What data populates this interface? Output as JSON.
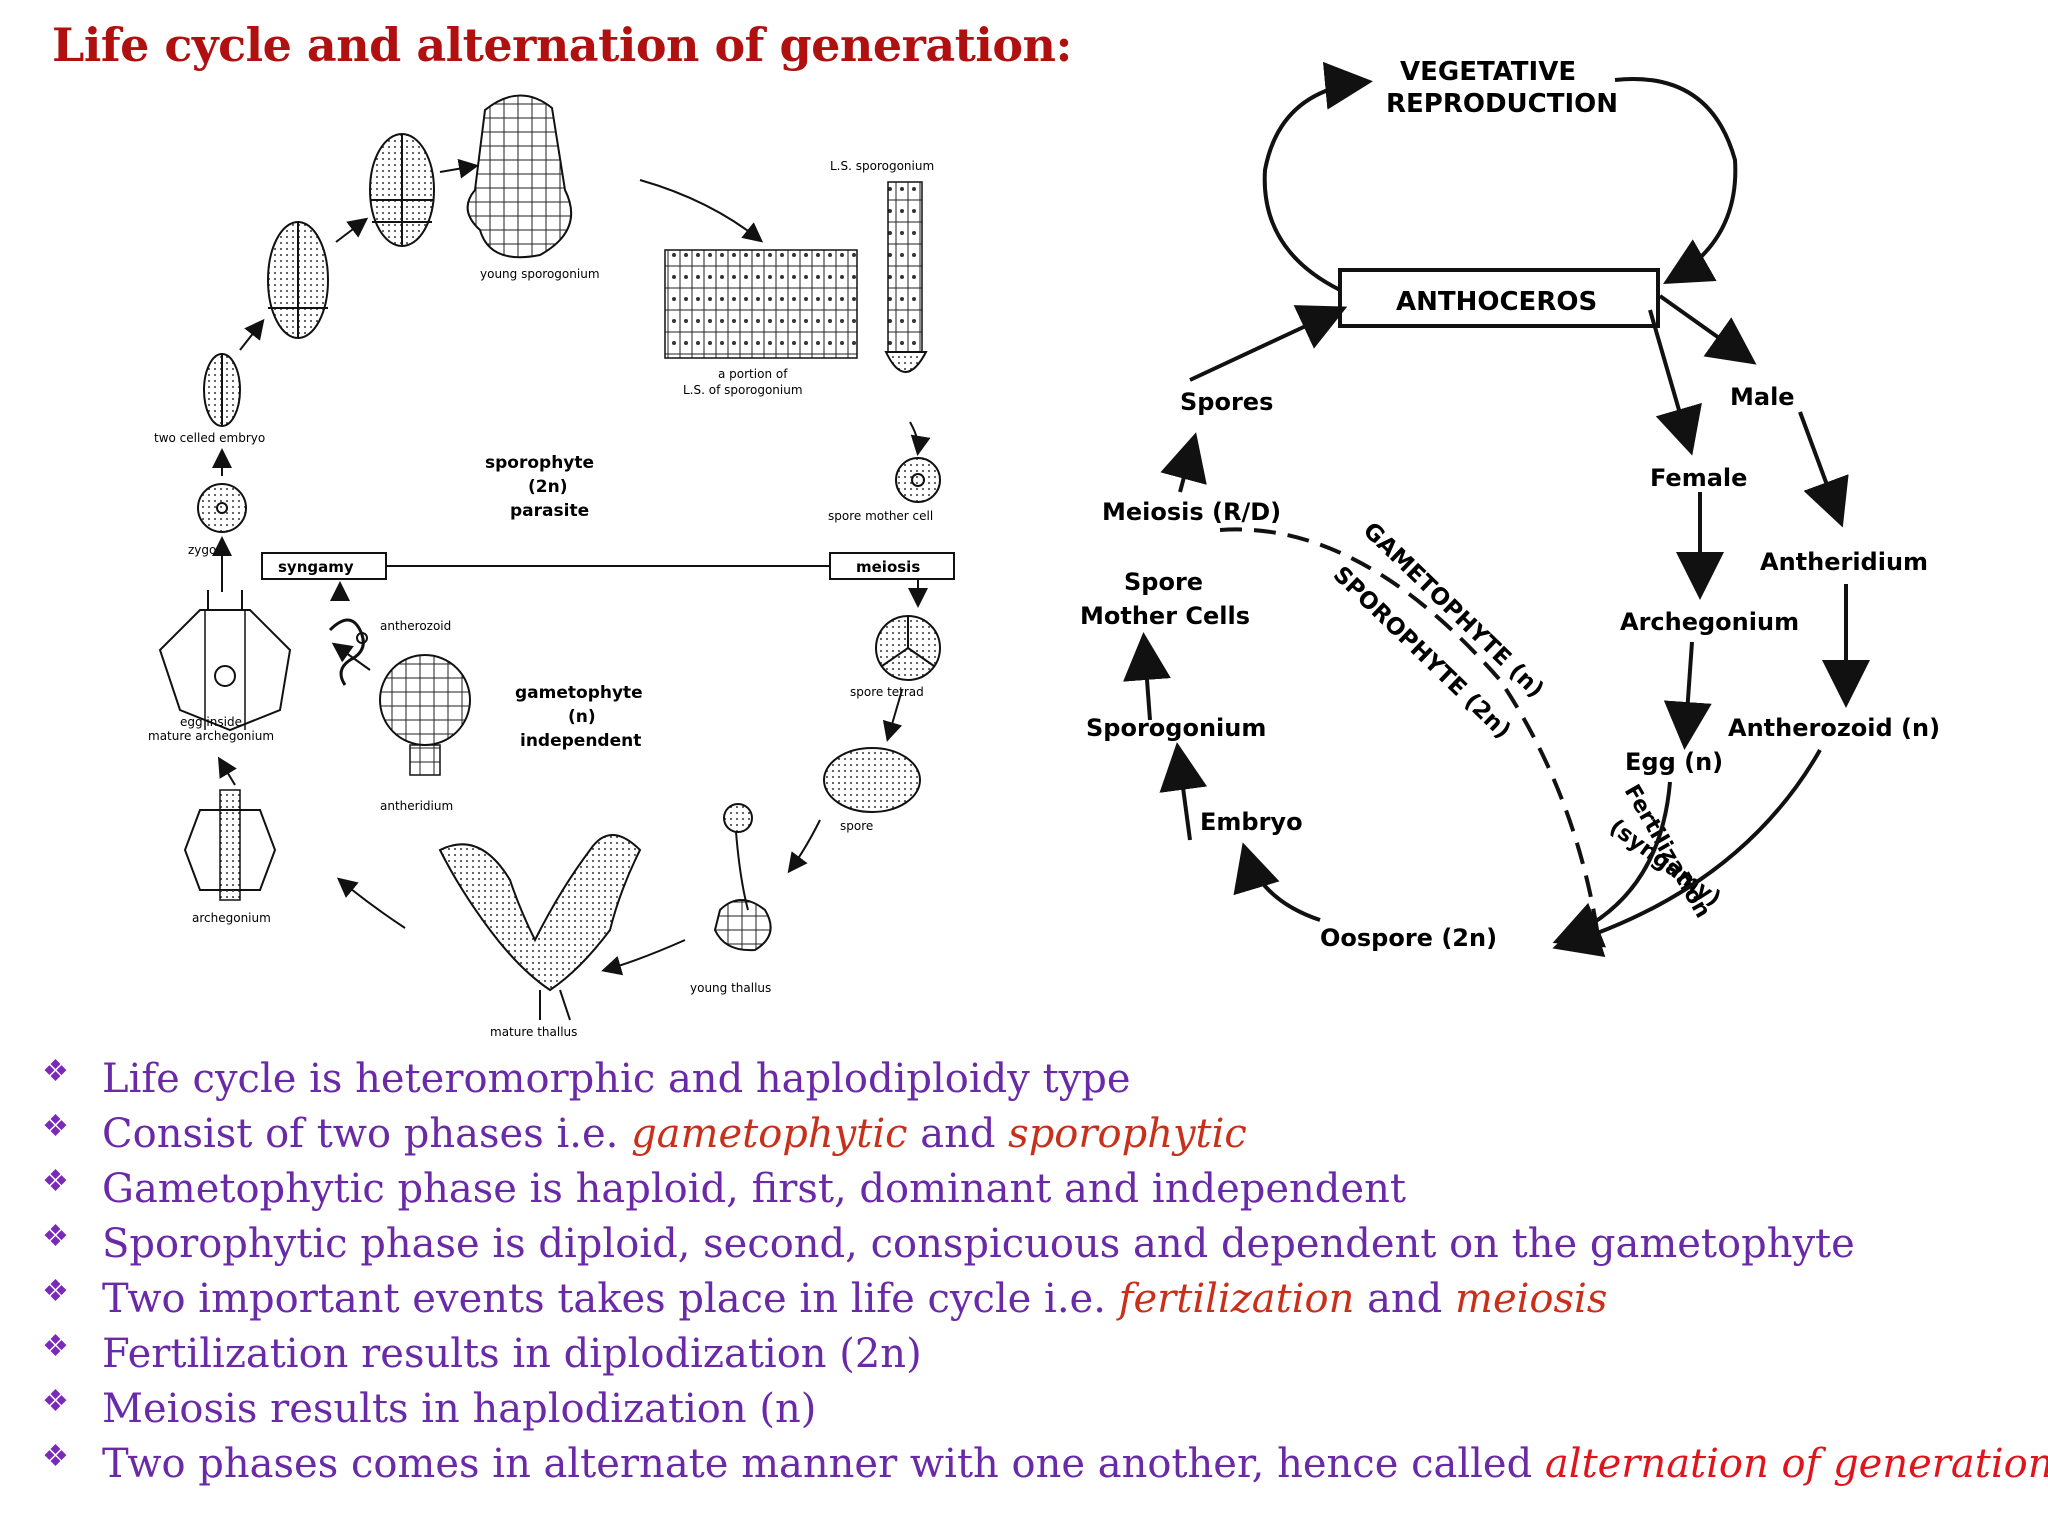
{
  "title": "Life cycle and alternation of generation:",
  "left_diagram": {
    "labels": {
      "two_celled_embryo": "two celled embryo",
      "young_sporogonium": "young sporogonium",
      "ls_sporogonium": "L.S. sporogonium",
      "portion_ls_1": "a portion of",
      "portion_ls_2": "L.S. of sporogonium",
      "sporophyte_1": "sporophyte",
      "sporophyte_2": "(2n)",
      "sporophyte_3": "parasite",
      "zygote": "zygote",
      "syngamy": "syngamy",
      "meiosis": "meiosis",
      "spore_mother_cell": "spore mother cell",
      "antherozoid": "antherozoid",
      "gametophyte_1": "gametophyte",
      "gametophyte_2": "(n)",
      "gametophyte_3": "independent",
      "egg_inside_1": "egg inside",
      "egg_inside_2": "mature archegonium",
      "spore_tetrad": "spore tetrad",
      "antheridium": "antheridium",
      "spore": "spore",
      "archegonium": "archegonium",
      "young_thallus": "young thallus",
      "mature_thallus": "mature thallus"
    }
  },
  "right_diagram": {
    "labels": {
      "vegetative_1": "VEGETATIVE",
      "vegetative_2": "REPRODUCTION",
      "anthoceros": "ANTHOCEROS",
      "spores": "Spores",
      "male": "Male",
      "female": "Female",
      "meiosis": "Meiosis (R/D)",
      "spore_mother_1": "Spore",
      "spore_mother_2": "Mother Cells",
      "antheridium": "Antheridium",
      "gametophyte": "GAMETOPHYTE (n)",
      "sporophyte": "SPOROPHYTE (2n)",
      "archegonium": "Archegonium",
      "sporogonium": "Sporogonium",
      "antherozoid": "Antherozoid (n)",
      "egg": "Egg (n)",
      "embryo": "Embryo",
      "fertilization": "Fertilization",
      "syngamy": "(syngamy)",
      "oospore": "Oospore (2n)"
    }
  },
  "bullets": [
    {
      "text": "Life cycle is heteromorphic and haplodiploidy type"
    },
    {
      "pre": "Consist of two phases i.e. ",
      "em1": "gametophytic",
      "mid": " and ",
      "em2": "sporophytic"
    },
    {
      "text": "Gametophytic phase is haploid, first, dominant and independent"
    },
    {
      "text": "Sporophytic phase is diploid, second, conspicuous and dependent on the gametophyte"
    },
    {
      "pre": "Two important events takes place in life cycle i.e. ",
      "em1": "fertilization",
      "mid": " and ",
      "em2": "meiosis"
    },
    {
      "text": "Fertilization results in diplodization (2n)"
    },
    {
      "text": "Meiosis results in haplodization (n)"
    },
    {
      "pre": "Two phases comes in alternate manner with one another, hence called ",
      "em1": "alternation of generation"
    }
  ],
  "bullet_glyph": "❖"
}
